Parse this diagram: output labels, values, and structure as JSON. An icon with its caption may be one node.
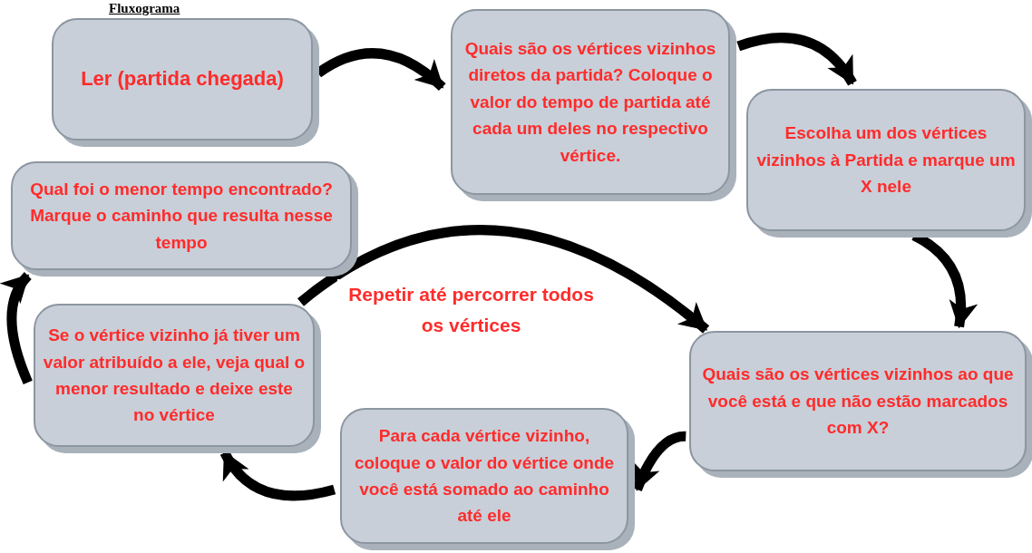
{
  "diagram": {
    "title": "Fluxograma",
    "nodes": [
      {
        "text": [
          "Ler (partida chegada)"
        ]
      },
      {
        "text": [
          "Quais são os vértices vizinhos diretos da partida? Coloque o valor do tempo de partida até cada um deles no respectivo vértice."
        ]
      },
      {
        "text": [
          "Escolha um dos vértices vizinhos à Partida e marque um X nele"
        ]
      },
      {
        "text": [
          "Quais são os vértices vizinhos ao que você está e que não estão marcados com X?"
        ]
      },
      {
        "text": [
          "Para cada vértice vizinho, coloque o valor do vértice onde você está somado ao caminho até ele"
        ]
      },
      {
        "text": [
          "Se o vértice vizinho já tiver um valor atribuído a ele, veja qual o menor resultado e deixe este no vértice"
        ]
      },
      {
        "text": [
          "Qual foi o menor tempo encontrado?  Marque o caminho que resulta nesse tempo"
        ]
      }
    ],
    "edges": [
      {
        "from": 0,
        "to": 1,
        "arrow": "to"
      },
      {
        "from": 1,
        "to": 2,
        "arrow": "to"
      },
      {
        "from": 2,
        "to": 3,
        "arrow": "to"
      },
      {
        "from": 3,
        "to": 4,
        "arrow": "to"
      },
      {
        "from": 4,
        "to": 5,
        "arrow": "to"
      },
      {
        "from": 5,
        "to": 6,
        "arrow": "to"
      },
      {
        "from": 5,
        "to": 3,
        "arrow": "to",
        "label": "Repetir até percorrer todos os vértices"
      }
    ]
  }
}
